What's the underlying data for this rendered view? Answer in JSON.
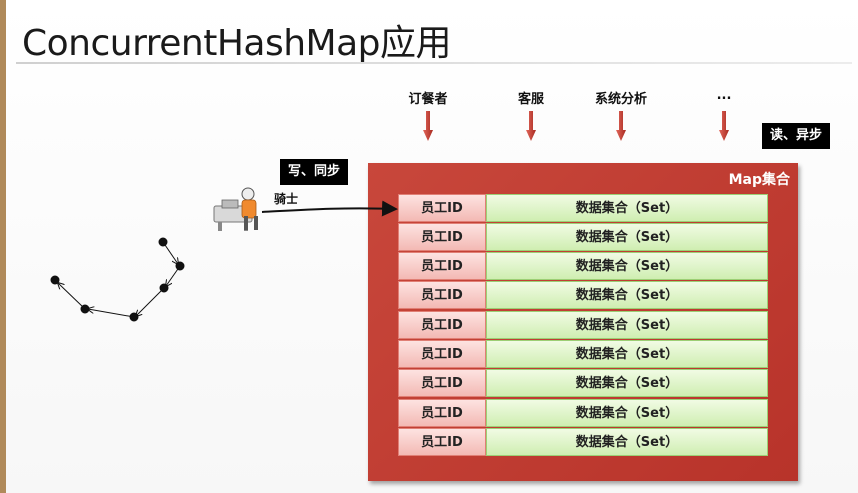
{
  "slide": {
    "title": "ConcurrentHashMap应用"
  },
  "actors": [
    {
      "label": "订餐者"
    },
    {
      "label": "客服"
    },
    {
      "label": "系统分析"
    },
    {
      "label": "..."
    }
  ],
  "tags": {
    "read_async": "读、异步",
    "write_sync": "写、同步"
  },
  "knight": {
    "label": "骑士"
  },
  "map": {
    "title": "Map集合",
    "rows": [
      {
        "id": "员工ID",
        "set": "数据集合（Set）"
      },
      {
        "id": "员工ID",
        "set": "数据集合（Set）"
      },
      {
        "id": "员工ID",
        "set": "数据集合（Set）"
      },
      {
        "id": "员工ID",
        "set": "数据集合（Set）"
      },
      {
        "id": "员工ID",
        "set": "数据集合（Set）"
      },
      {
        "id": "员工ID",
        "set": "数据集合（Set）"
      },
      {
        "id": "员工ID",
        "set": "数据集合（Set）"
      },
      {
        "id": "员工ID",
        "set": "数据集合（Set）"
      },
      {
        "id": "员工ID",
        "set": "数据集合（Set）"
      }
    ]
  },
  "colors": {
    "map_red": "#c0392b",
    "arrow_red": "#c0392b",
    "id_cell": "#f3b9b4",
    "set_cell": "#cfeeb1"
  }
}
